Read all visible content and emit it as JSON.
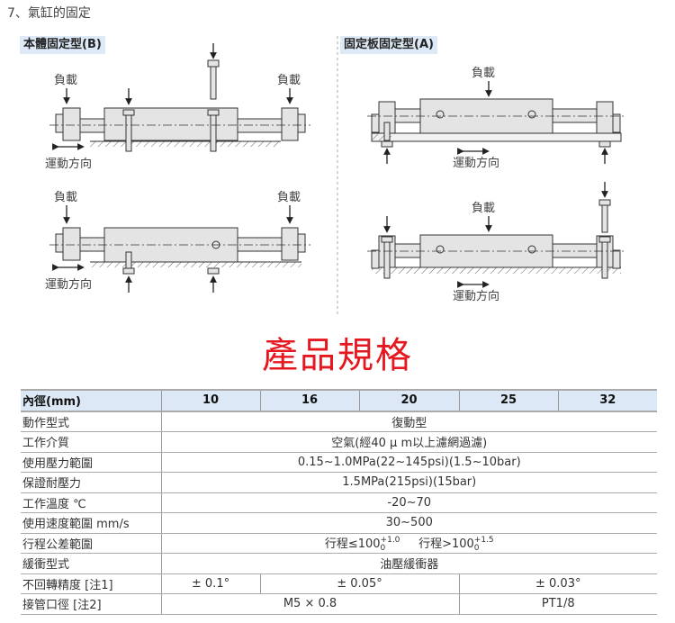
{
  "section_title": "7、氣缸的固定",
  "panel_b": {
    "label": "本體固定型(B)",
    "load": "負載",
    "motion": "運動方向"
  },
  "panel_a": {
    "label": "固定板固定型(A)",
    "load": "負載",
    "motion": "運動方向"
  },
  "spec_title": "產品規格",
  "table": {
    "header": [
      "內徑(mm)",
      "10",
      "16",
      "20",
      "25",
      "32"
    ],
    "rows": [
      {
        "label": "動作型式",
        "value": "復動型"
      },
      {
        "label": "工作介質",
        "value": "空氣(經40 μ m以上濾網過濾)"
      },
      {
        "label": "使用壓力範圍",
        "value": "0.15~1.0MPa(22~145psi)(1.5~10bar)"
      },
      {
        "label": "保證耐壓力",
        "value": "1.5MPa(215psi)(15bar)"
      },
      {
        "label": "工作溫度 ℃",
        "value": "-20~70"
      },
      {
        "label": "使用速度範圍 mm/s",
        "value": "30~500"
      },
      {
        "label": "行程公差範圍",
        "value1": "行程≤100",
        "tol1_up": "+1.0",
        "tol1_low": "0",
        "value2": "行程>100",
        "tol2_up": "+1.5",
        "tol2_low": "0"
      },
      {
        "label": "緩衝型式",
        "value": "油壓緩衝器"
      },
      {
        "label": "不回轉精度 [注1]",
        "values": [
          "± 0.1°",
          "± 0.05°",
          "± 0.03°"
        ]
      },
      {
        "label": "接管口徑 [注2]",
        "values": [
          "M5 × 0.8",
          "PT1/8"
        ]
      }
    ]
  },
  "colors": {
    "title_red": "#e5171f",
    "header_bg": "#dce8f5",
    "label_bg": "#dde9f6"
  }
}
